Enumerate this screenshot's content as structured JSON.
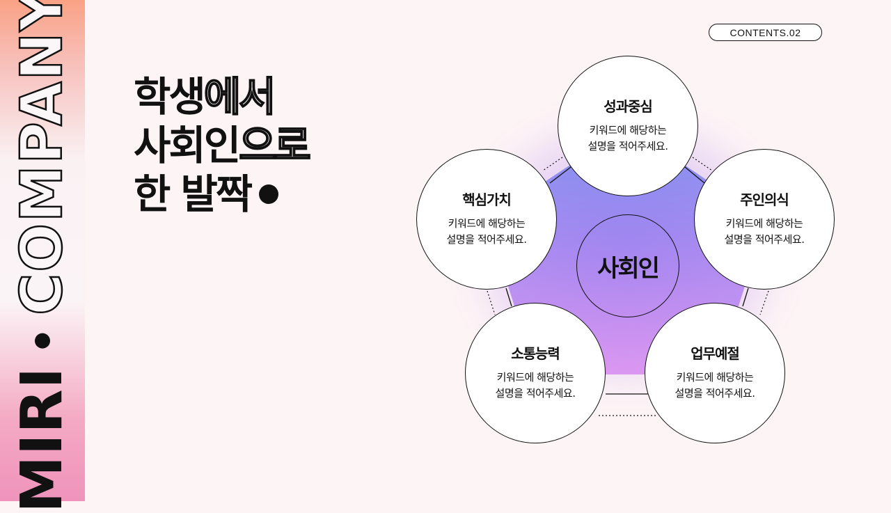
{
  "side": {
    "miri": "MIRI",
    "company": "COMPANY"
  },
  "badge": "CONTENTS.02",
  "headline": {
    "line1_solid": "학생",
    "line1_outline": "에서",
    "line2_solid": "사회인",
    "line2_outline": "으로",
    "line3_solid": "한 발짝"
  },
  "center": "사회인",
  "nodes": [
    {
      "title": "성과중심",
      "desc1": "키워드에 해당하는",
      "desc2": "설명을 적어주세요."
    },
    {
      "title": "핵심가치",
      "desc1": "키워드에 해당하는",
      "desc2": "설명을 적어주세요."
    },
    {
      "title": "주인의식",
      "desc1": "키워드에 해당하는",
      "desc2": "설명을 적어주세요."
    },
    {
      "title": "소통능력",
      "desc1": "키워드에 해당하는",
      "desc2": "설명을 적어주세요."
    },
    {
      "title": "업무예절",
      "desc1": "키워드에 해당하는",
      "desc2": "설명을 적어주세요."
    }
  ]
}
